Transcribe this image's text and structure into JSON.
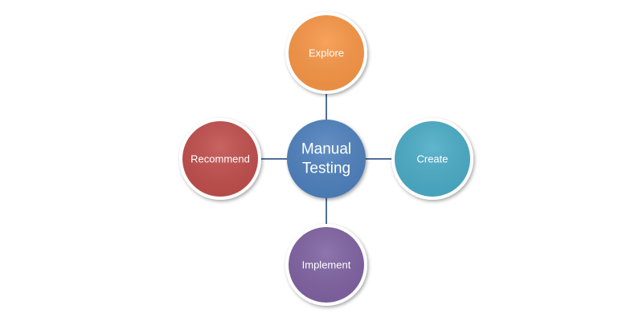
{
  "diagram": {
    "center": {
      "label_line1": "Manual",
      "label_line2": "Testing",
      "color": "#4f81bd"
    },
    "nodes": {
      "explore": {
        "label": "Explore",
        "color": "#f79646"
      },
      "create": {
        "label": "Create",
        "color": "#4bacc6"
      },
      "implement": {
        "label": "Implement",
        "color": "#8064a2"
      },
      "recommend": {
        "label": "Recommend",
        "color": "#c0504d"
      }
    },
    "connector_color": "#4f6f9a",
    "ring_color": "#ffffff"
  }
}
